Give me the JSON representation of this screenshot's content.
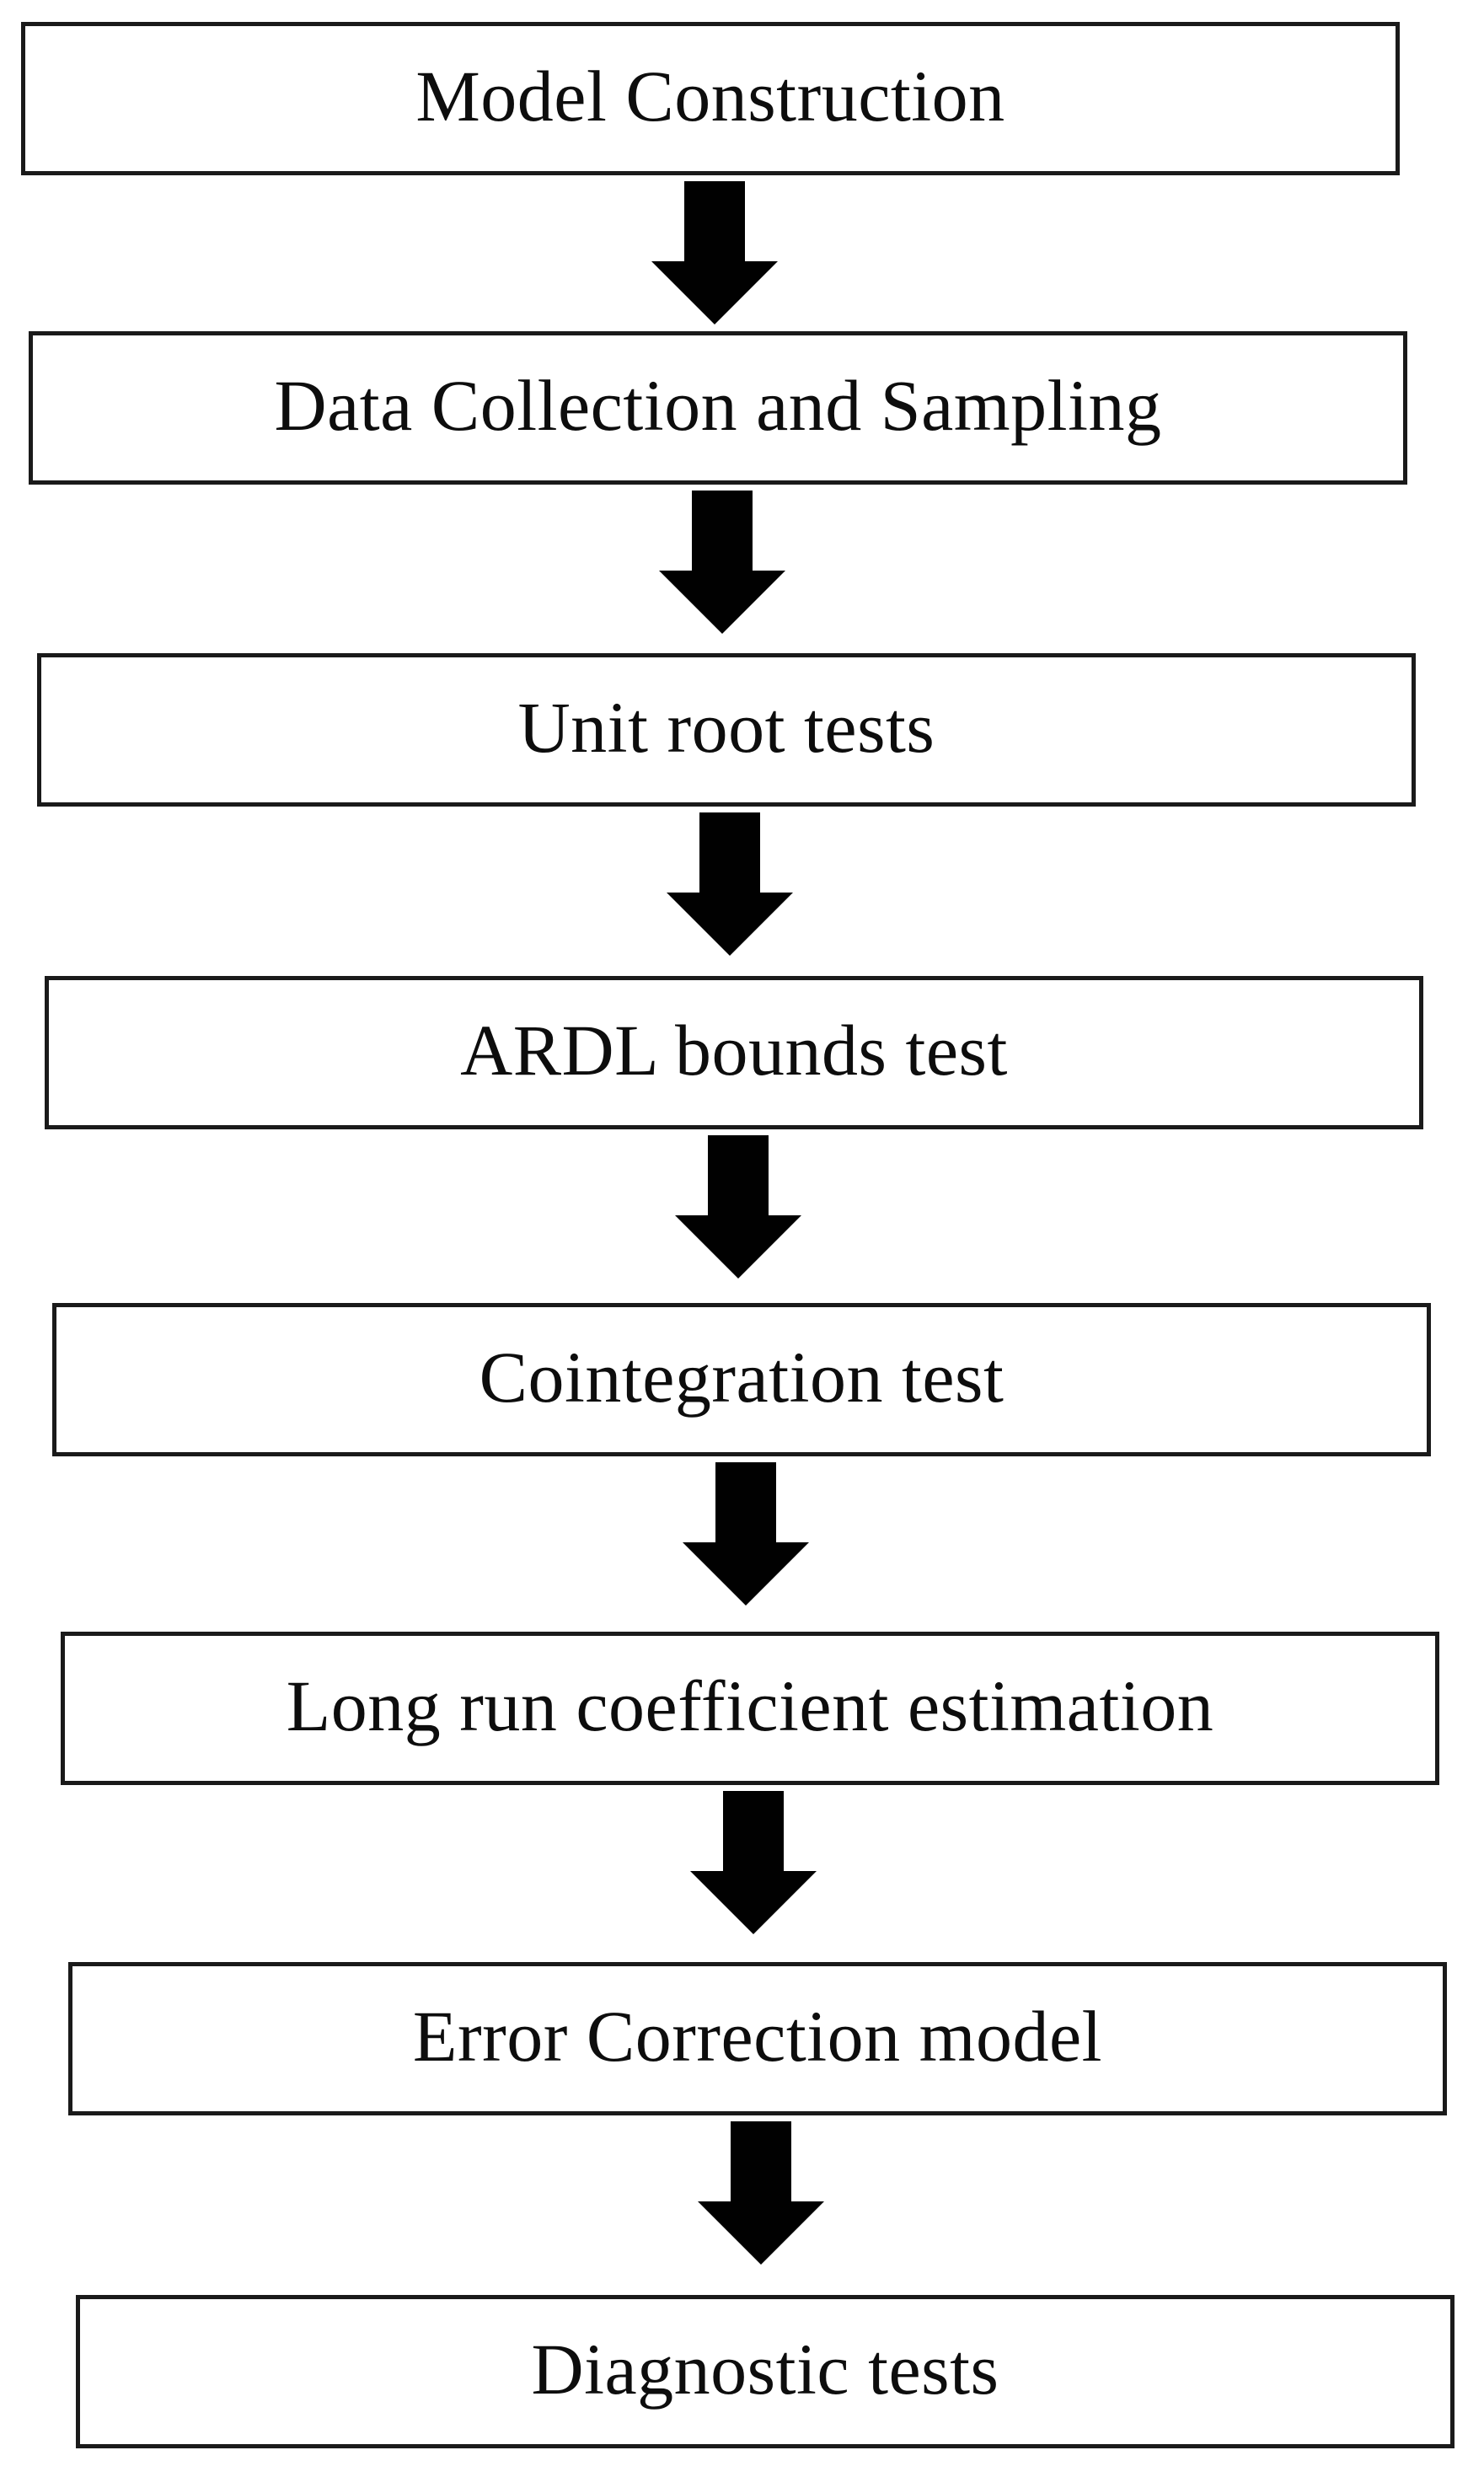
{
  "diagram": {
    "type": "flowchart",
    "direction": "top-down",
    "steps": [
      {
        "label": "Model Construction"
      },
      {
        "label": "Data Collection and Sampling"
      },
      {
        "label": "Unit root tests"
      },
      {
        "label": "ARDL bounds test"
      },
      {
        "label": "Cointegration test"
      },
      {
        "label": "Long run coefficient estimation"
      },
      {
        "label": "Error Correction model"
      },
      {
        "label": "Diagnostic tests"
      }
    ],
    "connector_icon": "arrow-down-icon",
    "colors": {
      "background": "#ffffff",
      "box_background": "#ffffff",
      "box_border": "#1a1a1a",
      "arrow": "#010101",
      "text": "#0d0d0d"
    }
  }
}
